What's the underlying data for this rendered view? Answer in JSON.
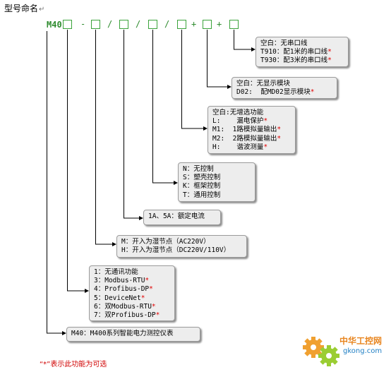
{
  "title": "型号命名",
  "title_mark": "↵",
  "model": {
    "prefix": "M40",
    "separators": [
      "-",
      "/",
      "/",
      "/",
      "+",
      "+"
    ]
  },
  "boxes": [
    {
      "id": "serial-cable",
      "lines": [
        {
          "text": "空白：无串口线",
          "star": false
        },
        {
          "text": "T910：配1米的串口线",
          "star": true
        },
        {
          "text": "T930：配3米的串口线",
          "star": true
        }
      ]
    },
    {
      "id": "display",
      "lines": [
        {
          "text": "空白：无显示模块",
          "star": false
        },
        {
          "text": "D02:  配MD02显示模块",
          "star": true
        }
      ]
    },
    {
      "id": "function",
      "lines": [
        {
          "text": "空白:无增选功能",
          "star": false
        },
        {
          "text": "L:    漏电保护",
          "star": true
        },
        {
          "text": "M1:  1路模拟量输出",
          "star": true
        },
        {
          "text": "M2:  2路模拟量输出",
          "star": true
        },
        {
          "text": "H:    谐波测量",
          "star": true
        }
      ]
    },
    {
      "id": "control",
      "lines": [
        {
          "text": "N：无控制",
          "star": false
        },
        {
          "text": "S：塑壳控制",
          "star": false
        },
        {
          "text": "K：框架控制",
          "star": false
        },
        {
          "text": "T：通用控制",
          "star": false
        }
      ]
    },
    {
      "id": "current",
      "lines": [
        {
          "text": "1A、5A：额定电流",
          "star": false
        }
      ]
    },
    {
      "id": "input",
      "lines": [
        {
          "text": "M：开入为湿节点（AC220V）",
          "star": false
        },
        {
          "text": "H：开入为湿节点（DC220V/110V）",
          "star": false
        }
      ]
    },
    {
      "id": "comm",
      "lines": [
        {
          "text": "1：无通讯功能",
          "star": false
        },
        {
          "text": "3：Modbus-RTU",
          "star": true
        },
        {
          "text": "4：Profibus-DP",
          "star": true
        },
        {
          "text": "5：DeviceNet",
          "star": true
        },
        {
          "text": "6：双Modbus-RTU",
          "star": true
        },
        {
          "text": "7：双Profibus-DP",
          "star": true
        }
      ]
    },
    {
      "id": "series",
      "lines": [
        {
          "text": "M40：M400系列智能电力测控仪表",
          "star": false
        }
      ]
    }
  ],
  "star_symbol": "*",
  "footnote": "“*”表示此功能为可选",
  "watermark": {
    "name": "中华工控网",
    "url": "gkong.com"
  },
  "colors": {
    "code": "#2e8b2e",
    "star": "#e00000",
    "line": "#000000"
  }
}
